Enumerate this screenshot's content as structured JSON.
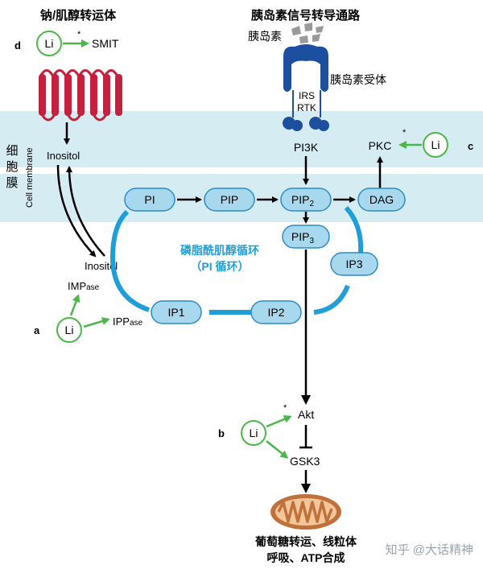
{
  "header": {
    "left_title": "钠/肌醇转运体",
    "right_title": "胰岛素信号转导通路"
  },
  "panel_letters": {
    "a": "a",
    "b": "b",
    "c": "c",
    "d": "d"
  },
  "membrane": {
    "vertical_label": "细\n胞\n膜",
    "cell_membrane": "Cell membrane"
  },
  "labels": {
    "li": "Li",
    "smit": "SMIT",
    "asterisk": "*",
    "insulin": "胰岛素",
    "insulin_receptor": "胰岛素受体",
    "irs": "IRS",
    "rtk": "RTK",
    "pi3k": "PI3K",
    "pkc": "PKC",
    "inositol_top": "Inositol",
    "inositol_mid": "Inositol",
    "impase_main": "IMP",
    "impase_sub": "ase",
    "ippase_main": "IPP",
    "ippase_sub": "ase",
    "pi": "PI",
    "pip": "PIP",
    "pip2_main": "PIP",
    "pip2_sub": "2",
    "pip3_main": "PIP",
    "pip3_sub": "3",
    "dag": "DAG",
    "ip1": "IP1",
    "ip2": "IP2",
    "ip3": "IP3",
    "cycle_line1": "磷脂酰肌醇循环",
    "cycle_line2": "（PI 循环）",
    "akt": "Akt",
    "gsk3": "GSK3",
    "outcome_line1": "葡萄糖转运、线粒体",
    "outcome_line2": "呼吸、ATP合成",
    "watermark": "知乎 @大话精神"
  },
  "colors": {
    "membrane": "#d4ecf2",
    "pill_fill": "#a8d8ee",
    "pill_stroke": "#2c8cc6",
    "cycle": "#1f9ed8",
    "lithium_green": "#4cb748",
    "transporter_red": "#c5203e",
    "receptor_blue": "#1c4fa0",
    "mitochondria": "#c0703a"
  }
}
